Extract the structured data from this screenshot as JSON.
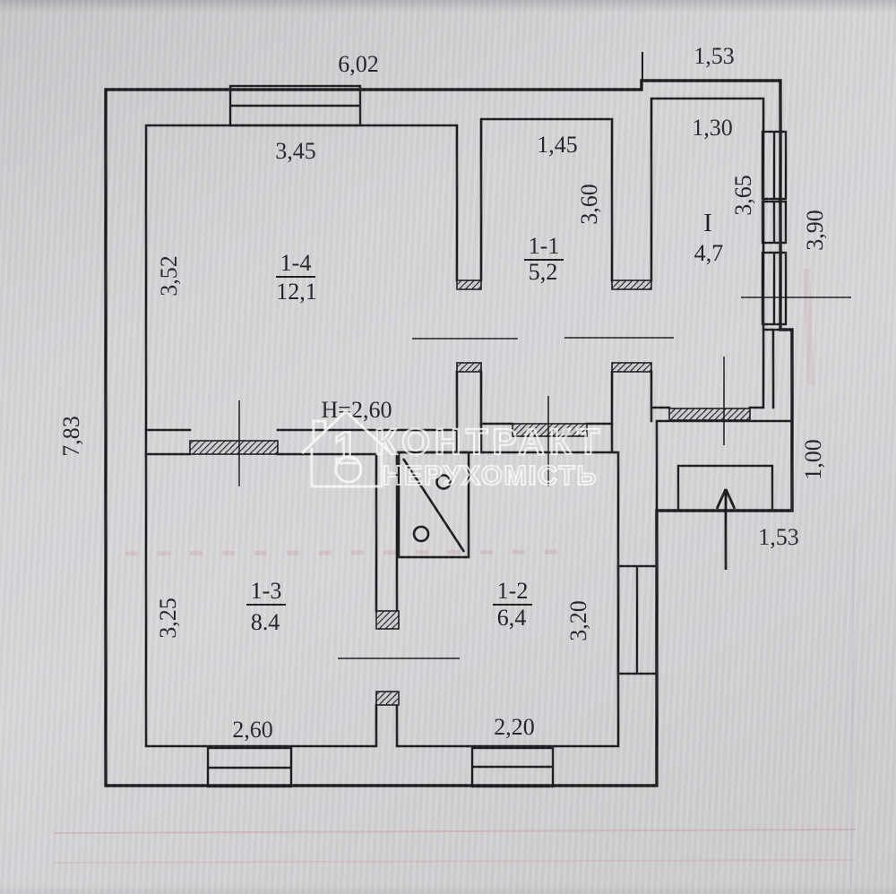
{
  "watermark": {
    "line1": "КОНТРАКТ",
    "line2": "НЕРУХОМІСТЬ",
    "logo_digit": "1"
  },
  "ceiling_height_label": "H=2,60",
  "outer_dims": {
    "top_main": "6,02",
    "top_right": "1,53",
    "left": "7,83",
    "right": "3,90",
    "porch_height": "1,00",
    "porch_width": "1,53"
  },
  "rooms": [
    {
      "id": "1-4",
      "area": "12,1",
      "width": "3,45",
      "height": "3,52"
    },
    {
      "id": "1-1",
      "area": "5,2",
      "width": "1,45",
      "height": "3,60"
    },
    {
      "id": "I",
      "area": "4,7",
      "width": "1,30",
      "height": "3,65"
    },
    {
      "id": "1-3",
      "area": "8.4",
      "width": "2,60",
      "height": "3,25"
    },
    {
      "id": "1-2",
      "area": "6,4",
      "width": "2,20",
      "height": "3,20"
    }
  ]
}
